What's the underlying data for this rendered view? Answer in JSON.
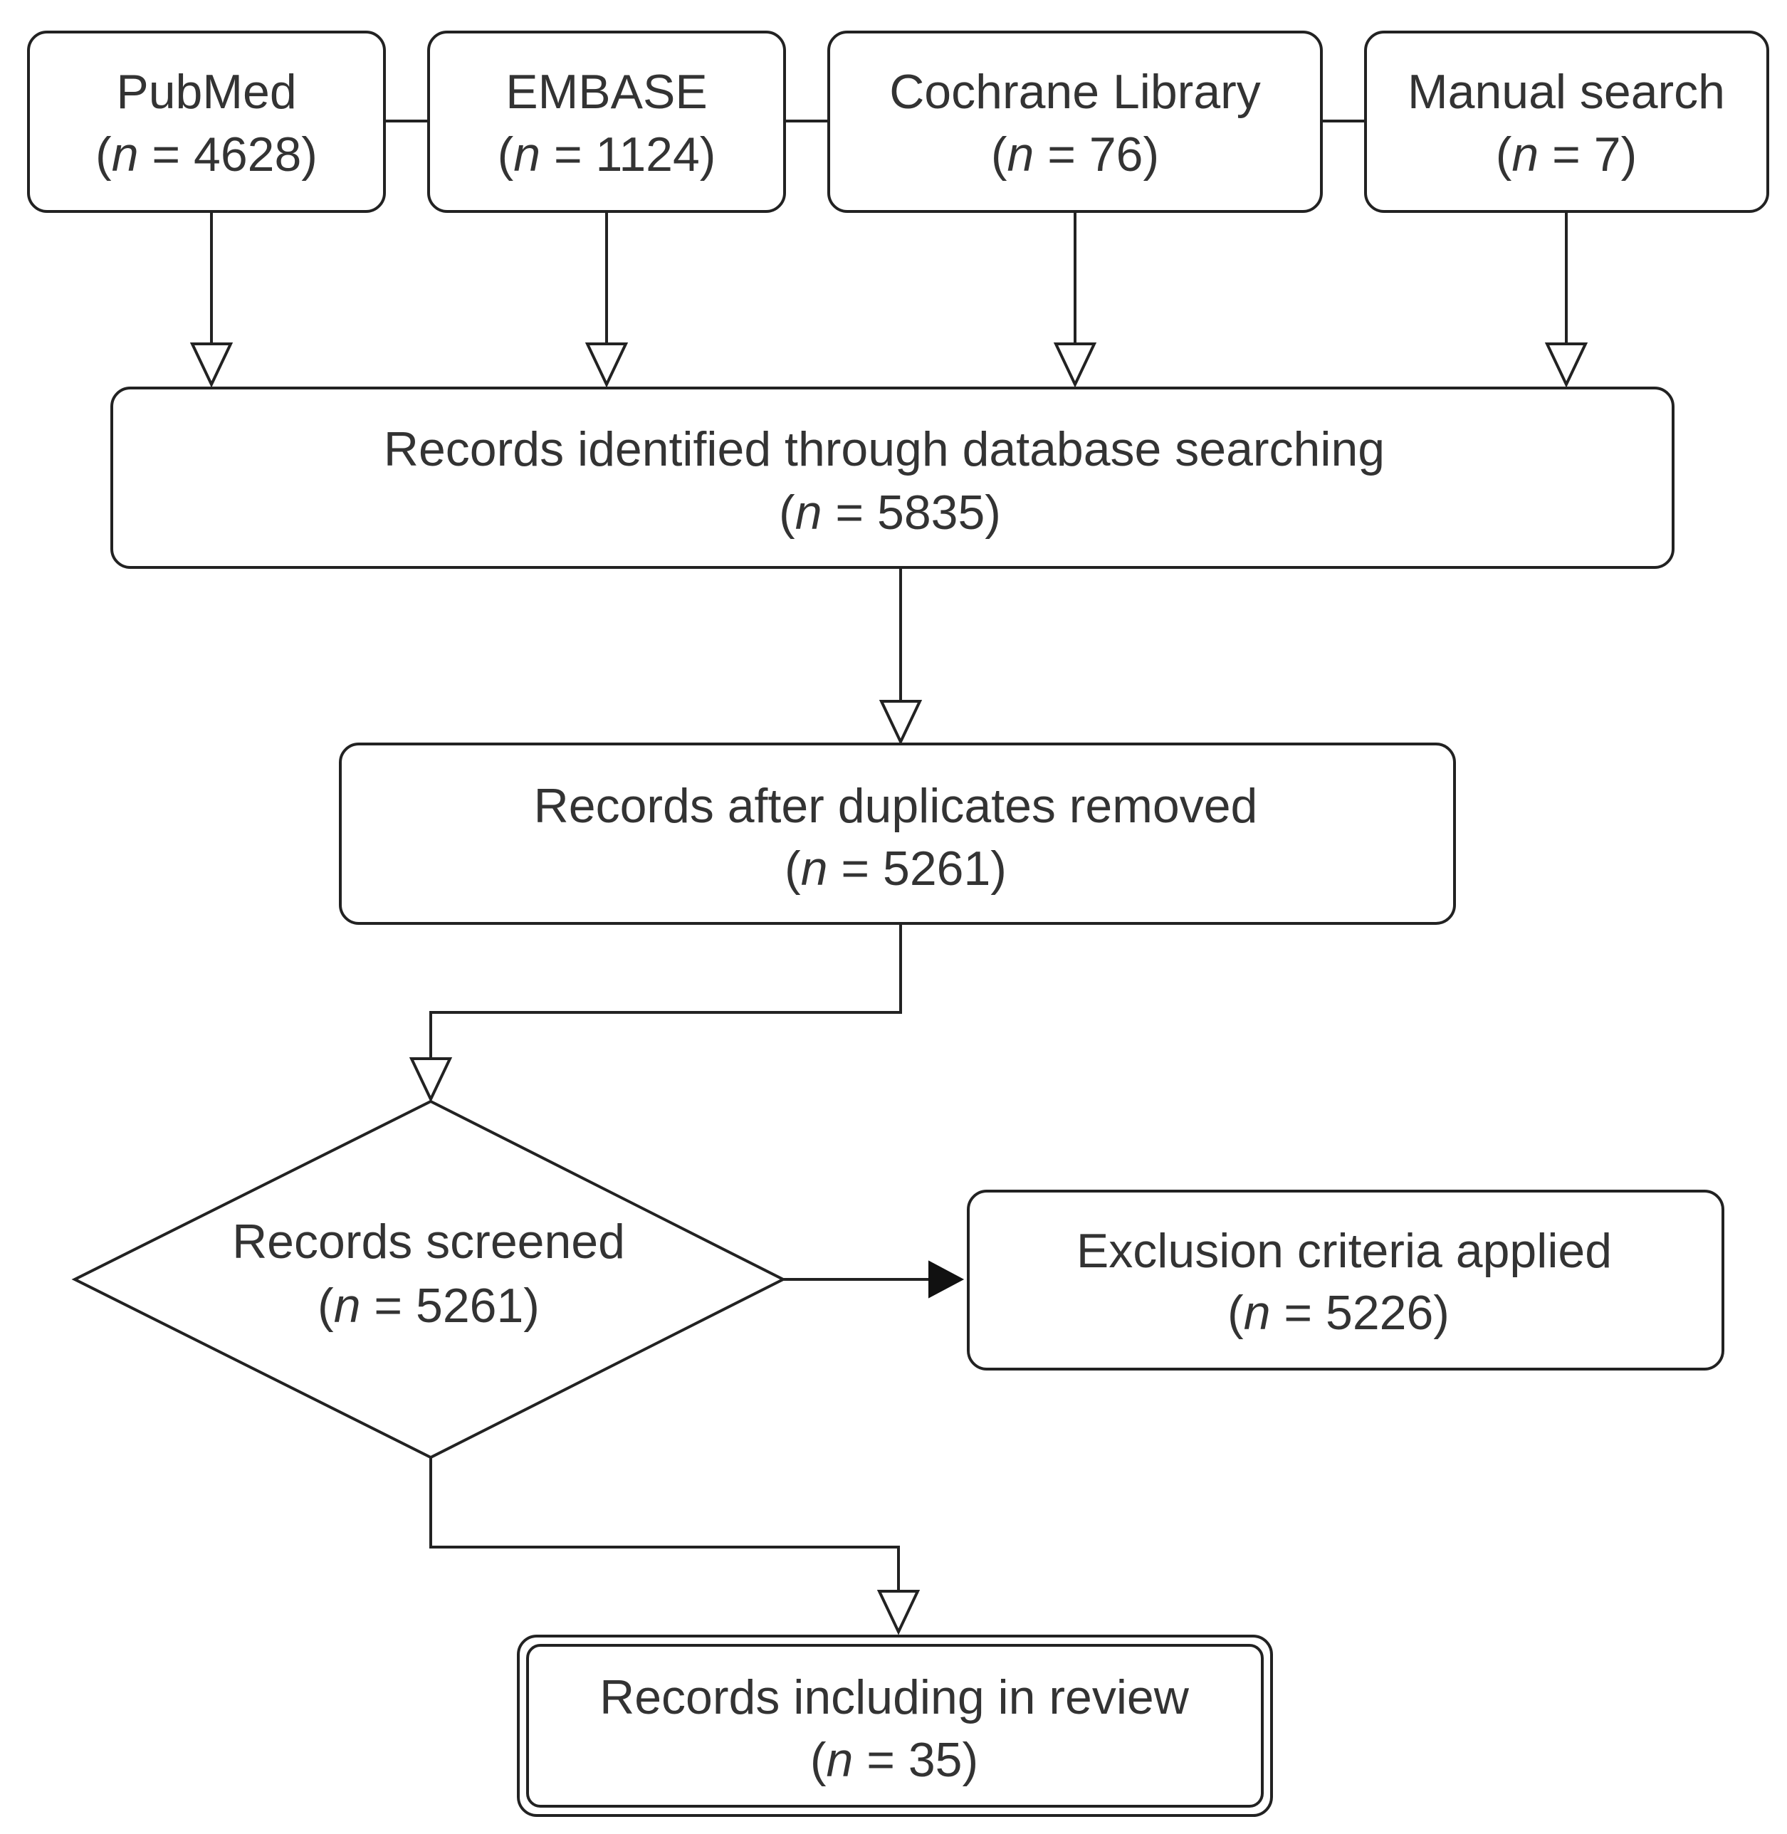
{
  "diagram": {
    "n_symbol": "n",
    "sources": [
      {
        "label": "PubMed",
        "count_text": " = 4628"
      },
      {
        "label": "EMBASE",
        "count_text": " = 1124"
      },
      {
        "label": "Cochrane Library",
        "count_text": " = 76"
      },
      {
        "label": "Manual search",
        "count_text": " = 7"
      }
    ],
    "identified": {
      "label": "Records identified through database searching",
      "count_text": " = 5835"
    },
    "deduplicated": {
      "label": "Records after duplicates removed",
      "count_text": " = 5261"
    },
    "screened": {
      "label": "Records screened",
      "count_text": " = 5261"
    },
    "excluded": {
      "label": "Exclusion criteria applied",
      "count_text": " = 5226"
    },
    "included": {
      "label": "Records including in review",
      "count_text": " = 35"
    }
  }
}
